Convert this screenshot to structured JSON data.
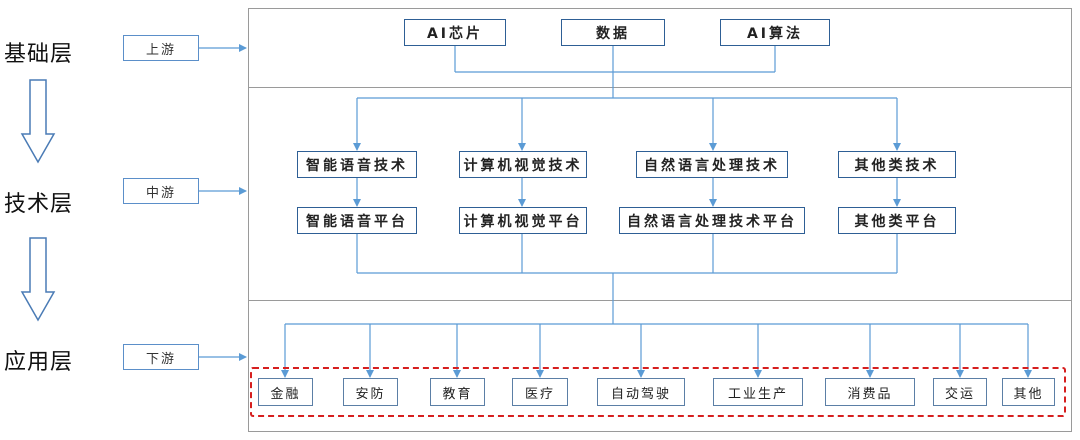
{
  "layers": [
    "基础层",
    "技术层",
    "应用层"
  ],
  "stages": [
    "上游",
    "中游",
    "下游"
  ],
  "basic": [
    "AI芯片",
    "数据",
    "AI算法"
  ],
  "tech": [
    {
      "tech": "智能语音技术",
      "platform": "智能语音平台"
    },
    {
      "tech": "计算机视觉技术",
      "platform": "计算机视觉平台"
    },
    {
      "tech": "自然语言处理技术",
      "platform": "自然语言处理技术平台"
    },
    {
      "tech": "其他类技术",
      "platform": "其他类平台"
    }
  ],
  "apps": [
    "金融",
    "安防",
    "教育",
    "医疗",
    "自动驾驶",
    "工业生产",
    "消费品",
    "交运",
    "其他"
  ],
  "colors": {
    "connector": "#5b9bd5",
    "node_border": "#2e5f95",
    "highlight_dashed": "#d61f1f",
    "frame": "#9a9a9a"
  }
}
